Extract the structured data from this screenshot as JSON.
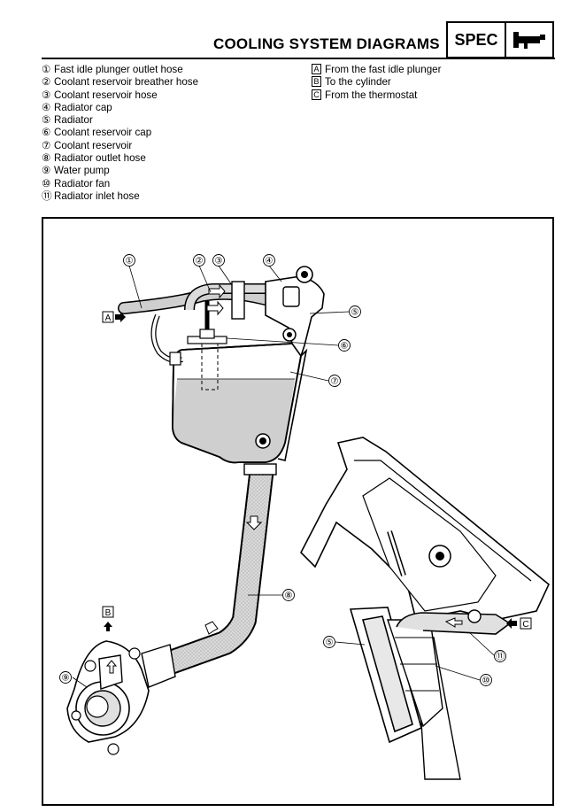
{
  "header": {
    "title": "COOLING SYSTEM DIAGRAMS",
    "badge": "SPEC",
    "badge_icon": "caliper-tool-icon"
  },
  "legend": {
    "items": [
      {
        "num": "①",
        "label": "Fast idle plunger outlet hose"
      },
      {
        "num": "②",
        "label": "Coolant reservoir breather hose"
      },
      {
        "num": "③",
        "label": "Coolant reservoir hose"
      },
      {
        "num": "④",
        "label": "Radiator cap"
      },
      {
        "num": "⑤",
        "label": "Radiator"
      },
      {
        "num": "⑥",
        "label": "Coolant reservoir cap"
      },
      {
        "num": "⑦",
        "label": "Coolant reservoir"
      },
      {
        "num": "⑧",
        "label": "Radiator outlet hose"
      },
      {
        "num": "⑨",
        "label": "Water pump"
      },
      {
        "num": "⑩",
        "label": "Radiator fan"
      },
      {
        "num": "⑪",
        "label": "Radiator inlet hose"
      }
    ],
    "flow": [
      {
        "letter": "A",
        "label": "From the fast idle plunger"
      },
      {
        "letter": "B",
        "label": "To the cylinder"
      },
      {
        "letter": "C",
        "label": "From the thermostat"
      }
    ]
  },
  "diagram": {
    "callouts": {
      "c1": "①",
      "c2": "②",
      "c3": "③",
      "c4": "④",
      "c5a": "⑤",
      "c6": "⑥",
      "c7": "⑦",
      "c8": "⑧",
      "c9": "⑨",
      "c5b": "⑤",
      "c11": "⑪",
      "c10": "⑩"
    },
    "flow_marks": {
      "a": "A",
      "b": "B",
      "c": "C"
    }
  }
}
